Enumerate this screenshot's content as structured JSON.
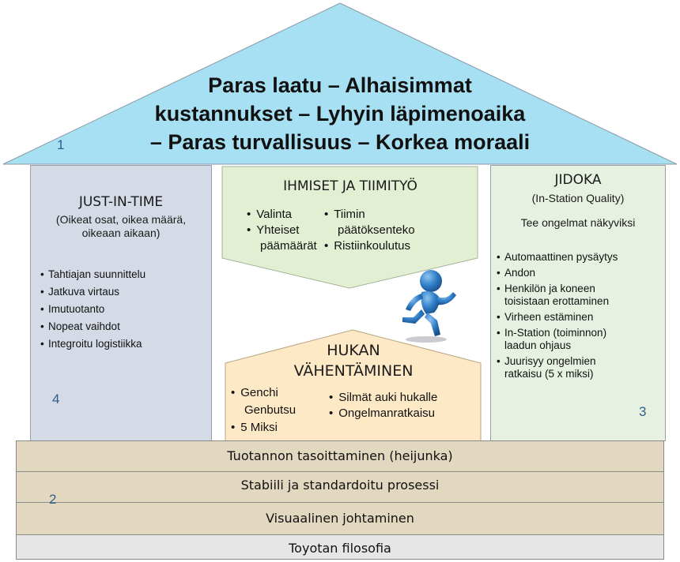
{
  "roof": {
    "line1": "Paras laatu – Alhaisimmat",
    "line2": "kustannukset – Lyhyin läpimenoaika",
    "line3": "– Paras turvallisuus – Korkea moraali",
    "number": "1"
  },
  "jit": {
    "title": "JUST-IN-TIME",
    "subtitle1": "(Oikeat osat, oikea määrä,",
    "subtitle2": "oikeaan aikaan)",
    "items": [
      "Tahtiajan suunnittelu",
      "Jatkuva virtaus",
      "Imutuotanto",
      "Nopeat vaihdot",
      "Integroitu logistiikka"
    ],
    "number": "4"
  },
  "people": {
    "title": "IHMISET JA TIIMITYÖ",
    "left": [
      "Valinta",
      "Yhteiset",
      "päämäärät"
    ],
    "right": [
      "Tiimin",
      "päätöksenteko",
      "Ristiinkoulutus"
    ]
  },
  "waste": {
    "title1": "HUKAN",
    "title2": "VÄHENTÄMINEN",
    "left": [
      "Genchi",
      "Genbutsu",
      "5 Miksi"
    ],
    "right": [
      "Silmät auki hukalle",
      "Ongelmanratkaisu"
    ]
  },
  "jidoka": {
    "title": "JIDOKA",
    "subtitle": "(In-Station Quality)",
    "tagline": "Tee ongelmat näkyviksi",
    "items": [
      [
        "Automaattinen pysäytys"
      ],
      [
        "Andon"
      ],
      [
        "Henkilön ja koneen",
        "toisistaan erottaminen"
      ],
      [
        "Virheen estäminen"
      ],
      [
        "In-Station (toiminnon)",
        "laadun ohjaus"
      ],
      [
        "Juurisyy ongelmien",
        "ratkaisu (5 x miksi)"
      ]
    ],
    "number": "3"
  },
  "foundation": {
    "band1": "Tuotannon tasoittaminen (heijunka)",
    "band2": "Stabiili ja standardoitu prosessi",
    "band3": "Visuaalinen johtaminen",
    "band4": "Toyotan filosofia",
    "number": "2"
  },
  "colors": {
    "roof": "#a6e0f2",
    "jit": "#d5dbe6",
    "people": "#e3efd3",
    "waste": "#fde9c6",
    "jidoka": "#e6f1e1",
    "band": "#e2d7bf",
    "base": "#e6e6e6",
    "figure": "#2f7fc8"
  }
}
